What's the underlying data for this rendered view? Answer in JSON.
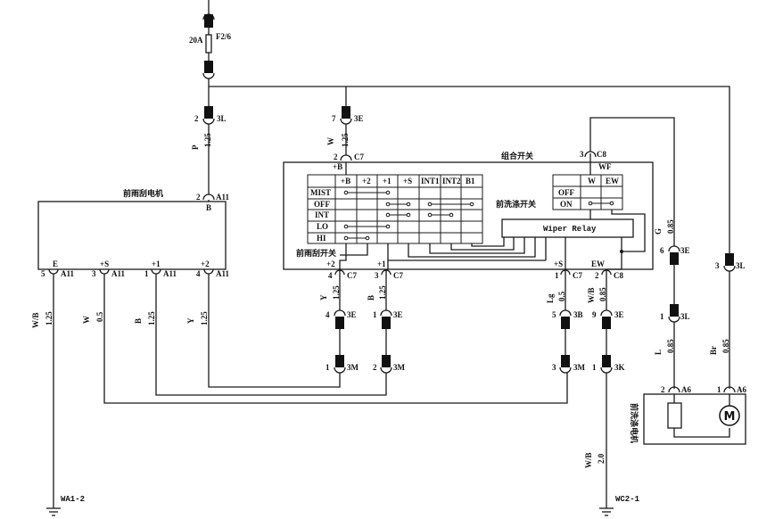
{
  "diagram": {
    "fuse": {
      "name": "F2/6",
      "rating": "20A"
    },
    "components": {
      "front_wiper_motor": "前雨刮电机",
      "combination_switch": "组合开关",
      "front_wiper_switch": "前雨刮开关",
      "front_washer_switch": "前洗涤开关",
      "wiper_relay": "Wiper Relay",
      "washer_motor": "前洗涤电机",
      "motor_symbol": "M"
    },
    "wiper_switch_table": {
      "columns": [
        "+B",
        "+2",
        "+1",
        "+S",
        "INT1",
        "INT2",
        "B1"
      ],
      "rows": [
        "MIST",
        "OFF",
        "INT",
        "LO",
        "HI"
      ]
    },
    "washer_switch_table": {
      "columns": [
        "W",
        "EW"
      ],
      "rows": [
        "OFF",
        "ON"
      ]
    },
    "pins": {
      "motor_b": "B",
      "motor_e": "E",
      "motor_s": "+S",
      "motor_1": "+1",
      "motor_2": "+2",
      "sw_b": "+B",
      "sw_wf": "WF",
      "sw_2": "+2",
      "sw_1": "+1",
      "sw_s": "+S",
      "sw_ew": "EW"
    },
    "connectors": {
      "c_3l_top": {
        "pin": "2",
        "id": "3L"
      },
      "c_3e_top": {
        "pin": "7",
        "id": "3E"
      },
      "c_c7_top": {
        "pin": "2",
        "id": "C7"
      },
      "c_c8_top": {
        "pin": "3",
        "id": "C8"
      },
      "c_a11_b": {
        "pin": "2",
        "id": "A11"
      },
      "c_a11_e": {
        "pin": "5",
        "id": "A11"
      },
      "c_a11_s": {
        "pin": "3",
        "id": "A11"
      },
      "c_a11_1": {
        "pin": "1",
        "id": "A11"
      },
      "c_a11_2": {
        "pin": "4",
        "id": "A11"
      },
      "c_c7_2": {
        "pin": "4",
        "id": "C7"
      },
      "c_c7_1": {
        "pin": "3",
        "id": "C7"
      },
      "c_c7_s": {
        "pin": "1",
        "id": "C7"
      },
      "c_c8_ew": {
        "pin": "2",
        "id": "C8"
      },
      "c_3e_y": {
        "pin": "4",
        "id": "3E"
      },
      "c_3e_b": {
        "pin": "1",
        "id": "3E"
      },
      "c_3b_lg": {
        "pin": "5",
        "id": "3B"
      },
      "c_3e_wb": {
        "pin": "9",
        "id": "3E"
      },
      "c_3m_y": {
        "pin": "1",
        "id": "3M"
      },
      "c_3m_b": {
        "pin": "2",
        "id": "3M"
      },
      "c_3m_lg": {
        "pin": "3",
        "id": "3M"
      },
      "c_3k": {
        "pin": "1",
        "id": "3K"
      },
      "c_3e_g": {
        "pin": "6",
        "id": "3E"
      },
      "c_3l_br": {
        "pin": "3",
        "id": "3L"
      },
      "c_3l_l": {
        "pin": "1",
        "id": "3L"
      },
      "c_a6_2": {
        "pin": "2",
        "id": "A6"
      },
      "c_a6_1": {
        "pin": "1",
        "id": "A6"
      }
    },
    "wires": {
      "p": {
        "color": "P",
        "size": "1.25"
      },
      "w_top": {
        "color": "W",
        "size": "1.25"
      },
      "wb_e": {
        "color": "W/B",
        "size": "1.25"
      },
      "w_s": {
        "color": "W",
        "size": "0.5"
      },
      "b_1": {
        "color": "B",
        "size": "1.25"
      },
      "y_2": {
        "color": "Y",
        "size": "1.25"
      },
      "y_sw": {
        "color": "Y",
        "size": "1.25"
      },
      "b_sw": {
        "color": "B",
        "size": "1.25"
      },
      "lg": {
        "color": "Lg",
        "size": "0.5"
      },
      "wb_ew": {
        "color": "W/B",
        "size": "0.85"
      },
      "wb_gnd": {
        "color": "W/B",
        "size": "2.0"
      },
      "g": {
        "color": "G",
        "size": "0.85"
      },
      "l": {
        "color": "L",
        "size": "0.85"
      },
      "br": {
        "color": "Br",
        "size": "0.85"
      }
    },
    "grounds": {
      "left": "WA1-2",
      "right": "WC2-1"
    }
  }
}
